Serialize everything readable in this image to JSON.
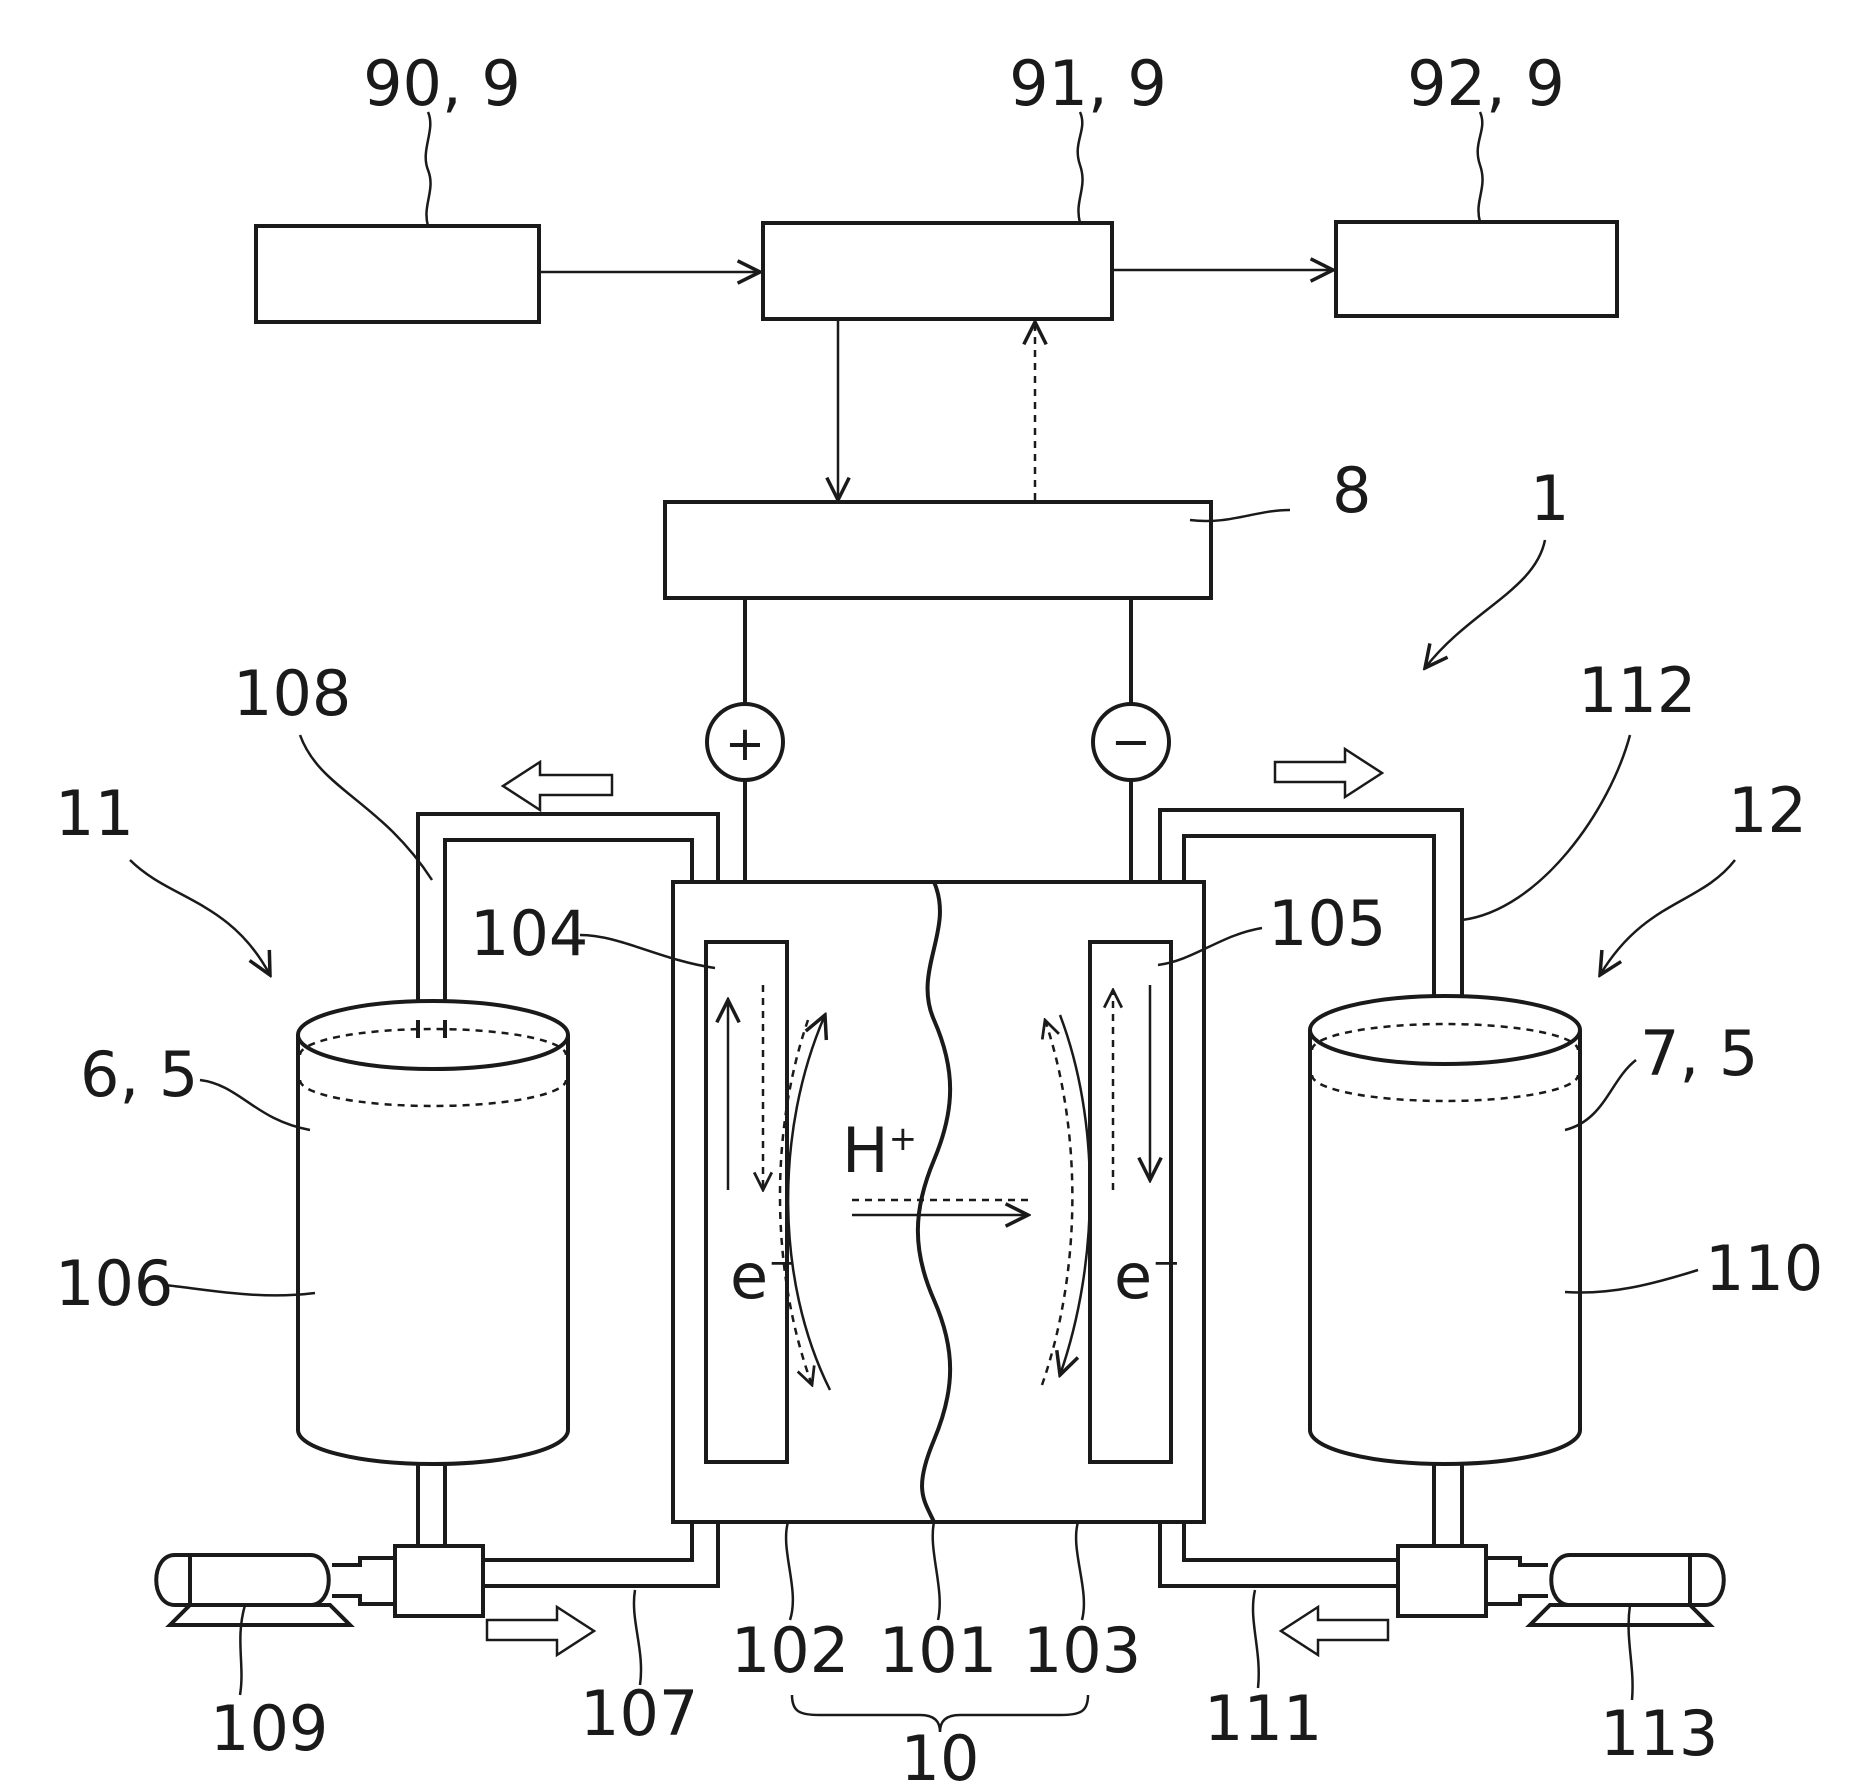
{
  "labels": {
    "controller_input": "90, 9",
    "controller_main": "91, 9",
    "controller_output": "92, 9",
    "power_converter": "8",
    "system": "1",
    "positive_tank_unit": "11",
    "negative_tank_unit": "12",
    "positive_outlet_pipe": "108",
    "negative_outlet_pipe": "112",
    "positive_electrode": "104",
    "negative_electrode": "105",
    "positive_electrolyte": "6, 5",
    "negative_electrolyte": "7, 5",
    "positive_tank": "106",
    "negative_tank": "110",
    "positive_pump": "109",
    "negative_pump": "113",
    "positive_inlet_pipe": "107",
    "negative_inlet_pipe": "111",
    "positive_cell": "102",
    "membrane": "101",
    "negative_cell": "103",
    "battery_cell": "10"
  },
  "symbols": {
    "plus": "+",
    "minus": "−",
    "proton": "H",
    "proton_sup": "+",
    "electron_left": "e",
    "electron_right": "e",
    "electron_sup": "−"
  }
}
